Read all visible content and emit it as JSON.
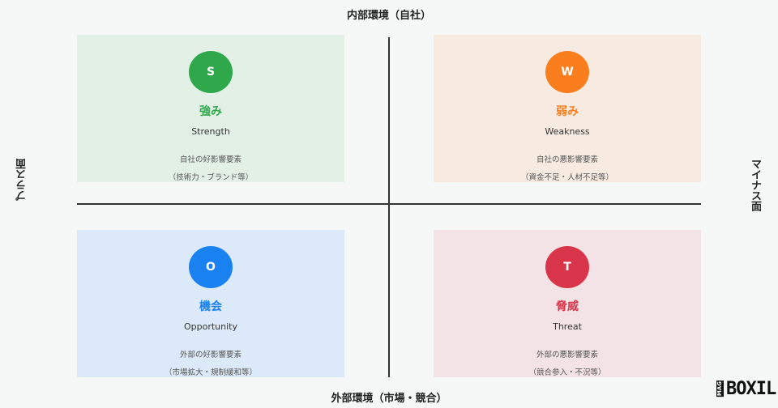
{
  "axes": {
    "top": "内部環境（自社）",
    "bottom": "外部環境（市場・競合）",
    "left": "プラス面",
    "right": "マイナス面"
  },
  "quadrants": [
    {
      "letter": "S",
      "title": "強み",
      "english": "Strength",
      "desc1": "自社の好影響要素",
      "desc2": "（技術力・ブランド等）",
      "color": "#2ea84a"
    },
    {
      "letter": "W",
      "title": "弱み",
      "english": "Weakness",
      "desc1": "自社の悪影響要素",
      "desc2": "（資金不足・人材不足等）",
      "color": "#fa7d1e"
    },
    {
      "letter": "O",
      "title": "機会",
      "english": "Opportunity",
      "desc1": "外部の好影響要素",
      "desc2": "（市場拡大・規制緩和等）",
      "color": "#1a82f0"
    },
    {
      "letter": "T",
      "title": "脅威",
      "english": "Threat",
      "desc1": "外部の悪影響要素",
      "desc2": "（競合参入・不況等）",
      "color": "#d9354a"
    }
  ],
  "brand": {
    "small": "MAG",
    "name": "BOXIL"
  }
}
